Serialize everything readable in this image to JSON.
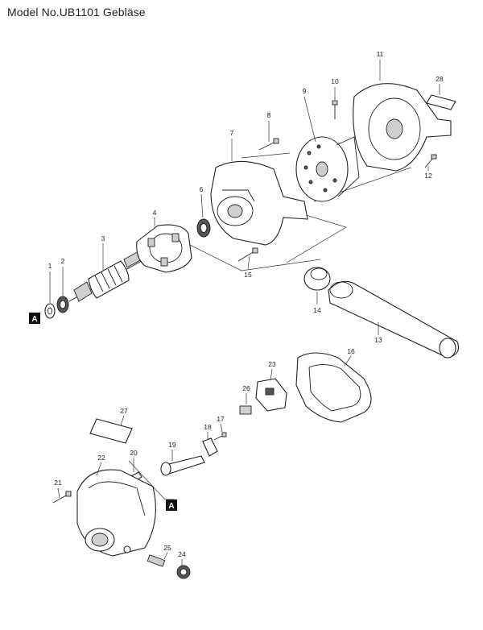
{
  "title": "Model No.UB1101 Gebläse",
  "parts": {
    "p1": "1",
    "p2": "2",
    "p3": "3",
    "p4": "4",
    "p6": "6",
    "p7": "7",
    "p8": "8",
    "p9": "9",
    "p10": "10",
    "p11": "11",
    "p12": "12",
    "p13": "13",
    "p14": "14",
    "p15": "15",
    "p16": "16",
    "p17": "17",
    "p18": "18",
    "p19": "19",
    "p20": "20",
    "p21": "21",
    "p22": "22",
    "p23": "23",
    "p24": "24",
    "p25": "25",
    "p26": "26",
    "p27": "27",
    "p28": "28"
  },
  "refs": {
    "a1": "A",
    "a2": "A"
  }
}
